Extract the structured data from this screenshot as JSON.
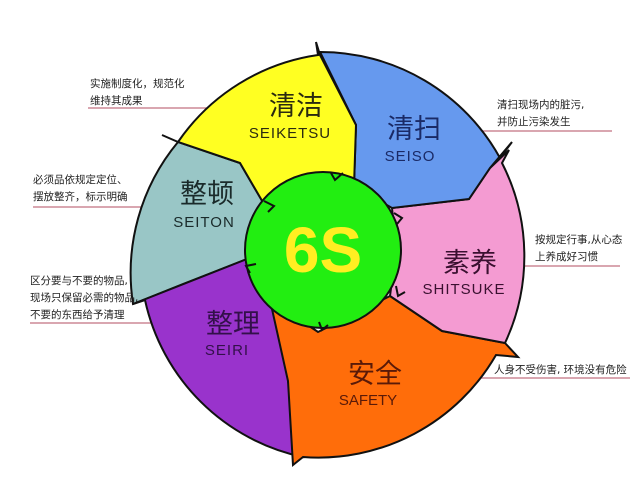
{
  "center": {
    "label": "6S",
    "fill": "#22ee11",
    "text_color": "#ffee22"
  },
  "segments": [
    {
      "id": "seiketsu",
      "cn": "清洁",
      "en": "SEIKETSU",
      "fill": "#ffff22",
      "text_color": "#2a2a10",
      "description": [
        "实施制度化，规范化",
        "维持其成果"
      ]
    },
    {
      "id": "seiso",
      "cn": "清扫",
      "en": "SEISO",
      "fill": "#6699ee",
      "text_color": "#1a2a66",
      "description": [
        "清扫现场内的脏污,",
        "并防止污染发生"
      ]
    },
    {
      "id": "shitsuke",
      "cn": "素养",
      "en": "SHITSUKE",
      "fill": "#f49bd2",
      "text_color": "#3a1030",
      "description": [
        "按规定行事,从心态",
        "上养成好习惯"
      ]
    },
    {
      "id": "safety",
      "cn": "安全",
      "en": "SAFETY",
      "fill": "#ff6d0a",
      "text_color": "#5a1a08",
      "description": [
        "人身不受伤害, 环境没有危险"
      ]
    },
    {
      "id": "seiri",
      "cn": "整理",
      "en": "SEIRI",
      "fill": "#9933cc",
      "text_color": "#33104a",
      "description": [
        "区分要与不要的物品,",
        "现场只保留必需的物品,",
        "不要的东西给予清理"
      ]
    },
    {
      "id": "seiton",
      "cn": "整顿",
      "en": "SEITON",
      "fill": "#99c6c6",
      "text_color": "#1a2a2a",
      "description": [
        "必须品依规定定位、",
        "摆放整齐，标示明确"
      ]
    }
  ],
  "leader_line_color": "#c27080"
}
